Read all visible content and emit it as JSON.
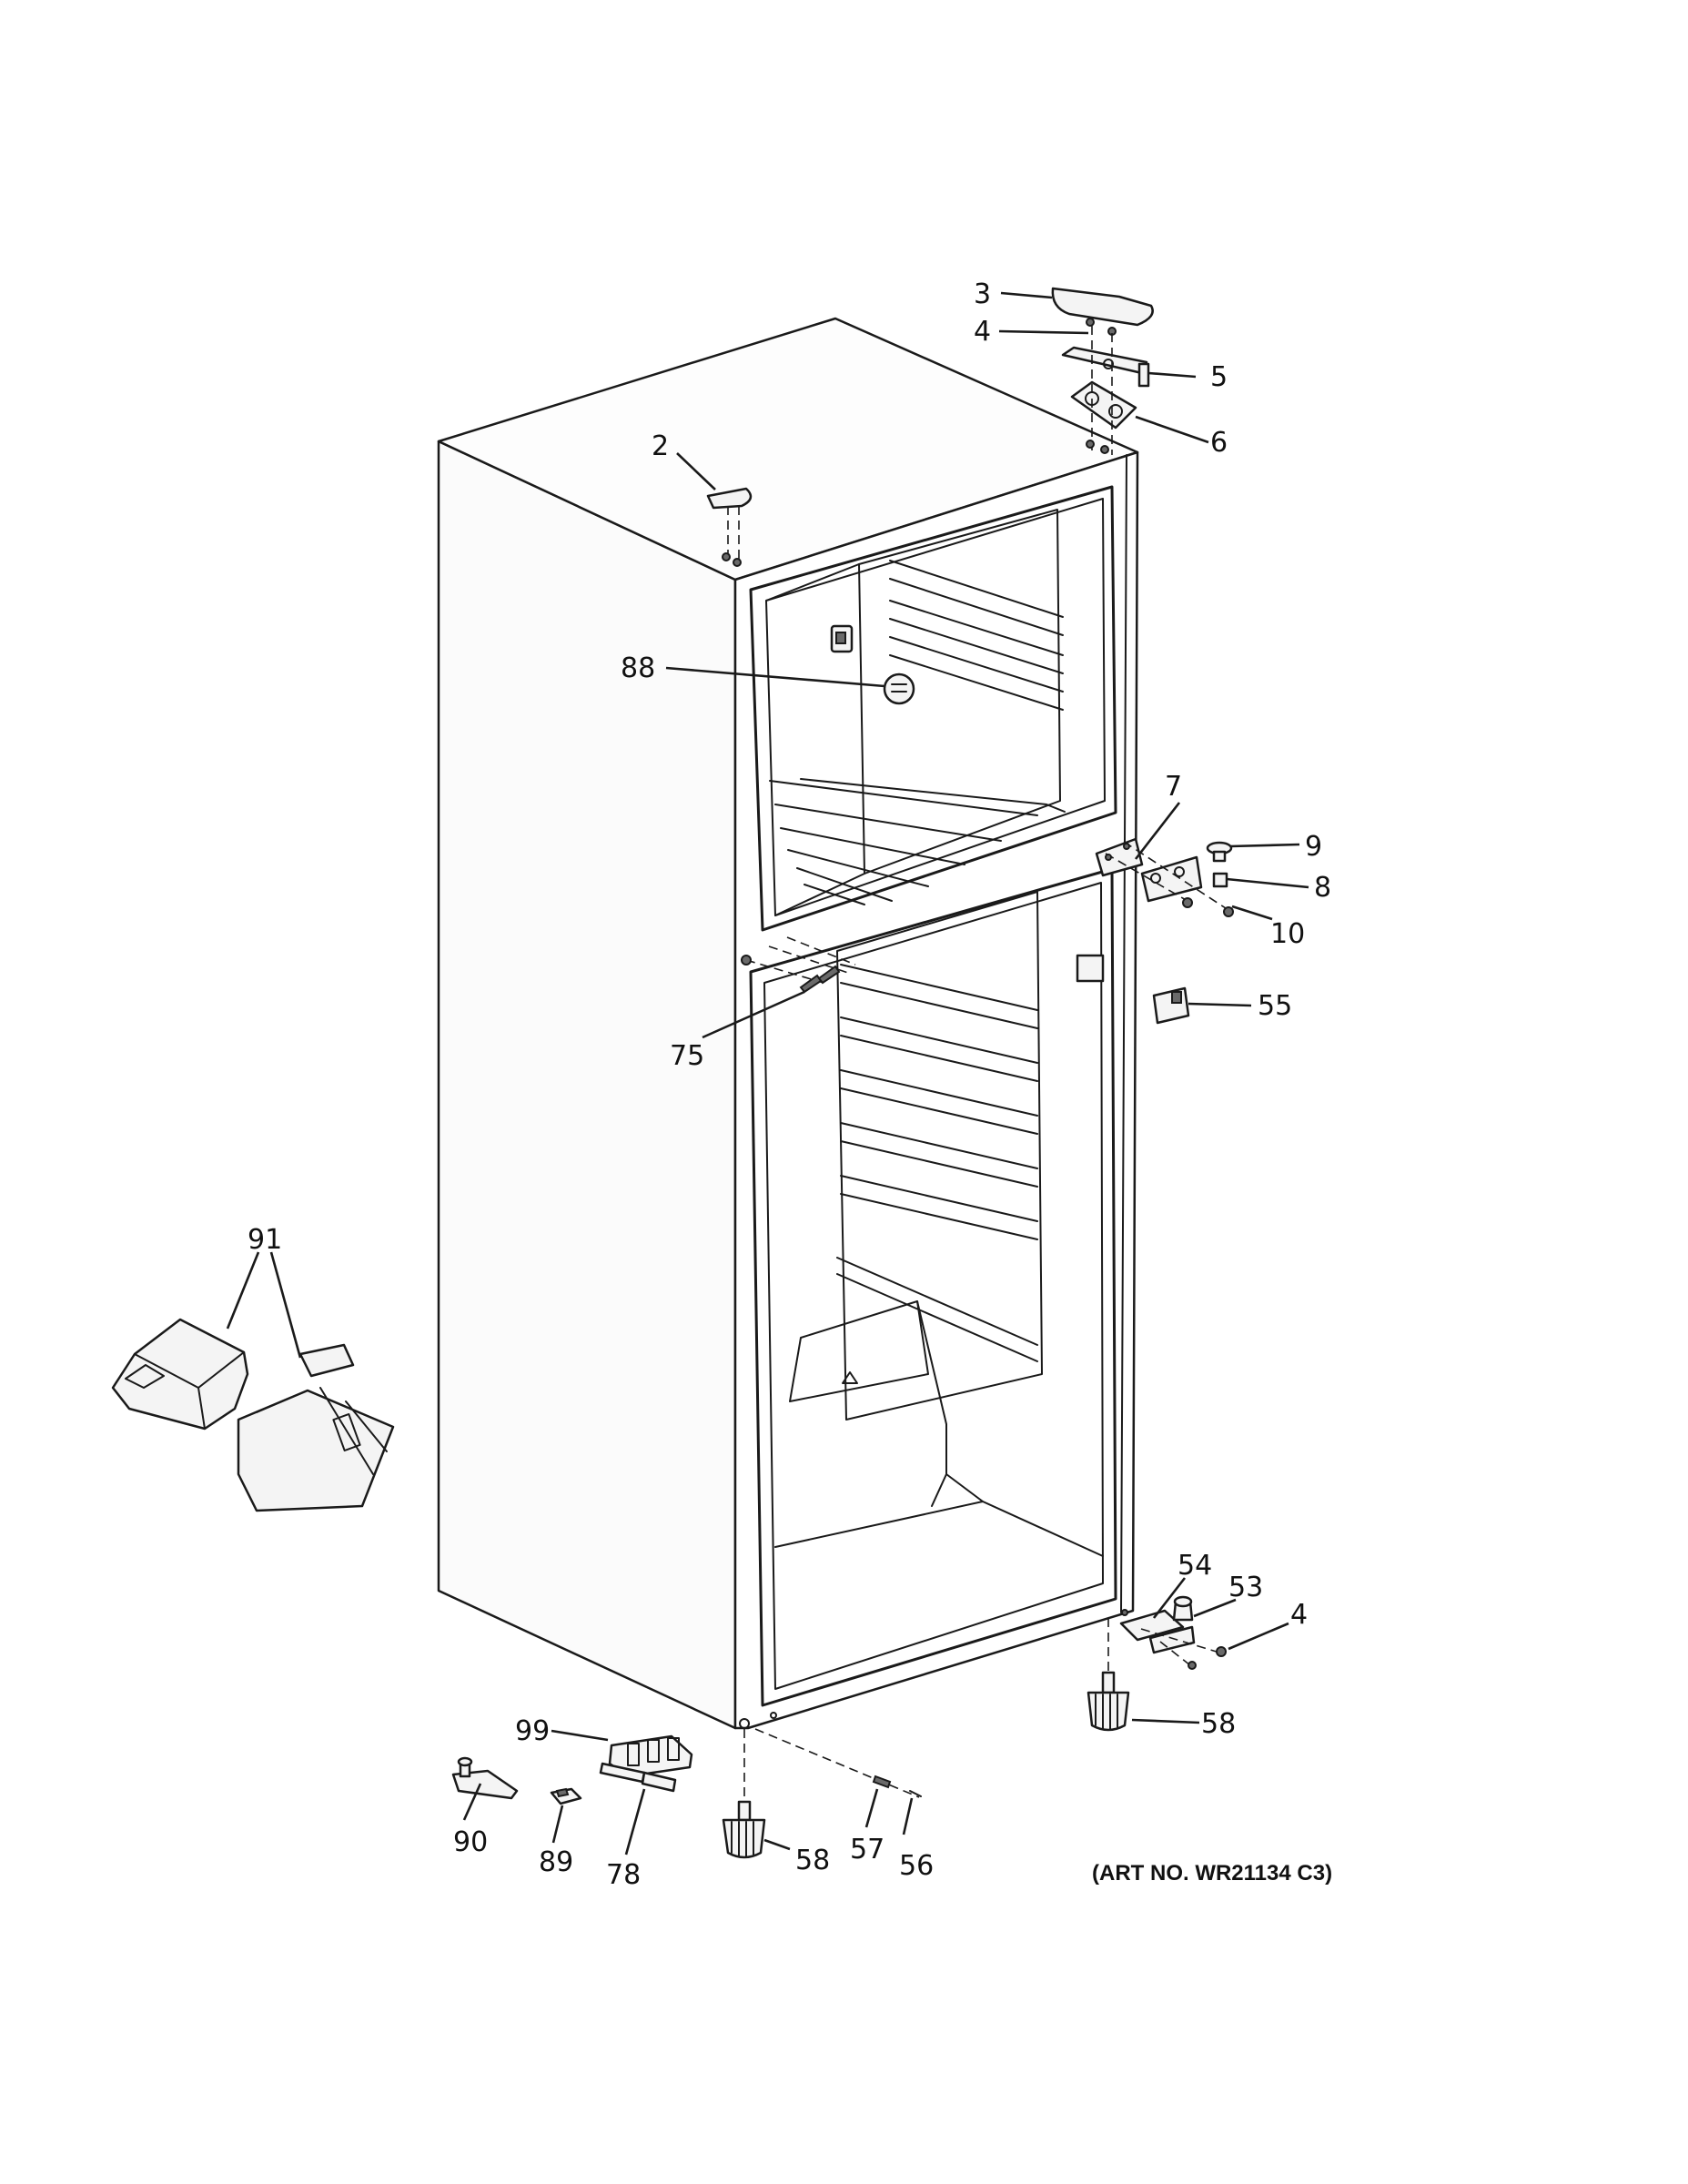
{
  "callouts": [
    {
      "id": "c2",
      "label": "2"
    },
    {
      "id": "c3",
      "label": "3"
    },
    {
      "id": "c4a",
      "label": "4"
    },
    {
      "id": "c5",
      "label": "5"
    },
    {
      "id": "c6",
      "label": "6"
    },
    {
      "id": "c88",
      "label": "88"
    },
    {
      "id": "c7",
      "label": "7"
    },
    {
      "id": "c9",
      "label": "9"
    },
    {
      "id": "c8",
      "label": "8"
    },
    {
      "id": "c10",
      "label": "10"
    },
    {
      "id": "c55",
      "label": "55"
    },
    {
      "id": "c75",
      "label": "75"
    },
    {
      "id": "c91",
      "label": "91"
    },
    {
      "id": "c54",
      "label": "54"
    },
    {
      "id": "c53",
      "label": "53"
    },
    {
      "id": "c4b",
      "label": "4"
    },
    {
      "id": "c58a",
      "label": "58"
    },
    {
      "id": "c99",
      "label": "99"
    },
    {
      "id": "c90",
      "label": "90"
    },
    {
      "id": "c89",
      "label": "89"
    },
    {
      "id": "c78",
      "label": "78"
    },
    {
      "id": "c58b",
      "label": "58"
    },
    {
      "id": "c57",
      "label": "57"
    },
    {
      "id": "c56",
      "label": "56"
    }
  ],
  "art_number": "(ART NO. WR21134 C3)"
}
